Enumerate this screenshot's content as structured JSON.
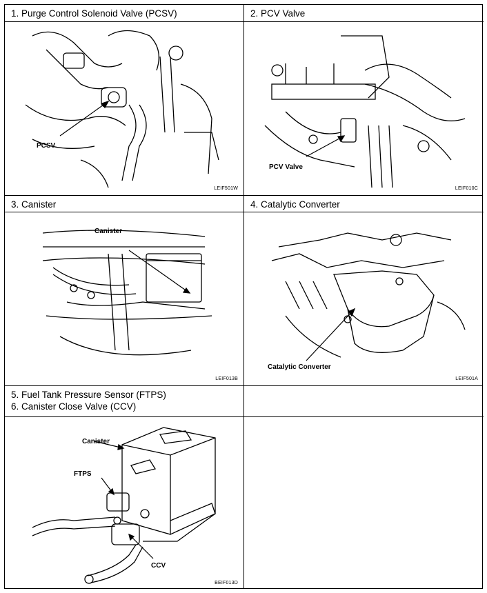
{
  "cells": [
    {
      "title": "1.  Purge Control Solenoid Valve (PCSV)",
      "label": "PCSV",
      "code": "LEIF501W"
    },
    {
      "title": "2.  PCV Valve",
      "label": "PCV Valve",
      "code": "LEIF010C"
    },
    {
      "title": "3.  Canister",
      "label": "Canister",
      "code": "LEIF013B"
    },
    {
      "title": "4.  Catalytic Converter",
      "label": "Catalytic Converter",
      "code": "LEIF501A"
    },
    {
      "title_line1": "5.  Fuel Tank Pressure Sensor (FTPS)",
      "title_line2": "6.  Canister Close Valve (CCV)",
      "labels": {
        "canister": "Canister",
        "ftps": "FTPS",
        "ccv": "CCV"
      },
      "code": "BEIF013D"
    }
  ]
}
